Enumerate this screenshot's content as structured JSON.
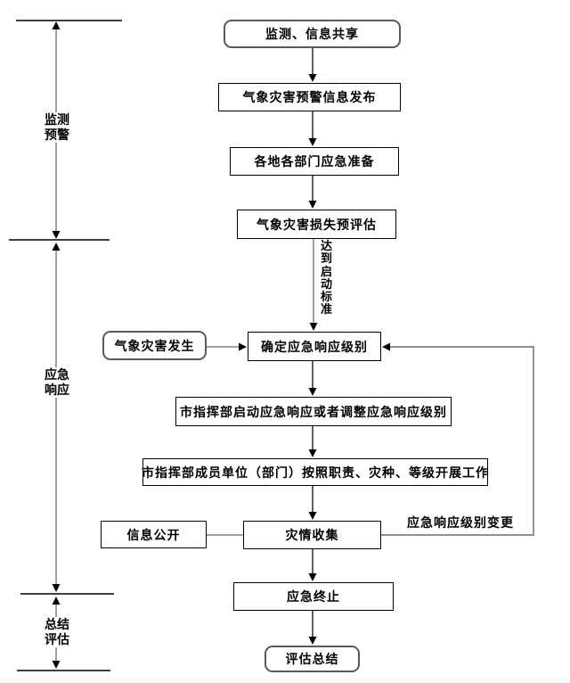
{
  "phases": [
    {
      "lines": [
        "监测",
        "预警"
      ]
    },
    {
      "lines": [
        "应急",
        "响应"
      ]
    },
    {
      "lines": [
        "总结",
        "评估"
      ]
    }
  ],
  "nodes": {
    "monitor_share": {
      "label": "监测、信息共享",
      "shape": "rounded"
    },
    "warning_release": {
      "label": "气象灾害预警信息发布",
      "shape": "rect"
    },
    "prepare": {
      "label": "各地各部门应急准备",
      "shape": "rect"
    },
    "pre_assess": {
      "label": "气象灾害损失预评估",
      "shape": "rect"
    },
    "disaster_occur": {
      "label": "气象灾害发生",
      "shape": "rounded"
    },
    "determine_level": {
      "label": "确定应急响应级别",
      "shape": "rect"
    },
    "start_response": {
      "label": "市指挥部启动应急响应或者调整应急响应级别",
      "shape": "rect"
    },
    "member_work": {
      "label": "市指挥部成员单位（部门）按照职责、灾种、等级开展工作",
      "shape": "rect"
    },
    "info_public": {
      "label": "信息公开",
      "shape": "rect"
    },
    "collect": {
      "label": "灾情收集",
      "shape": "rect"
    },
    "terminate": {
      "label": "应急终止",
      "shape": "rect"
    },
    "evaluate": {
      "label": "评估总结",
      "shape": "rounded"
    }
  },
  "edges": {
    "reach_standard": "达到启动标准",
    "level_change": "应急响应级别变更"
  },
  "colors": {
    "box_border": "#000000",
    "rounded_border": "#595959",
    "connector_black": "#1a1a1a",
    "connector_gray": "#808080"
  }
}
